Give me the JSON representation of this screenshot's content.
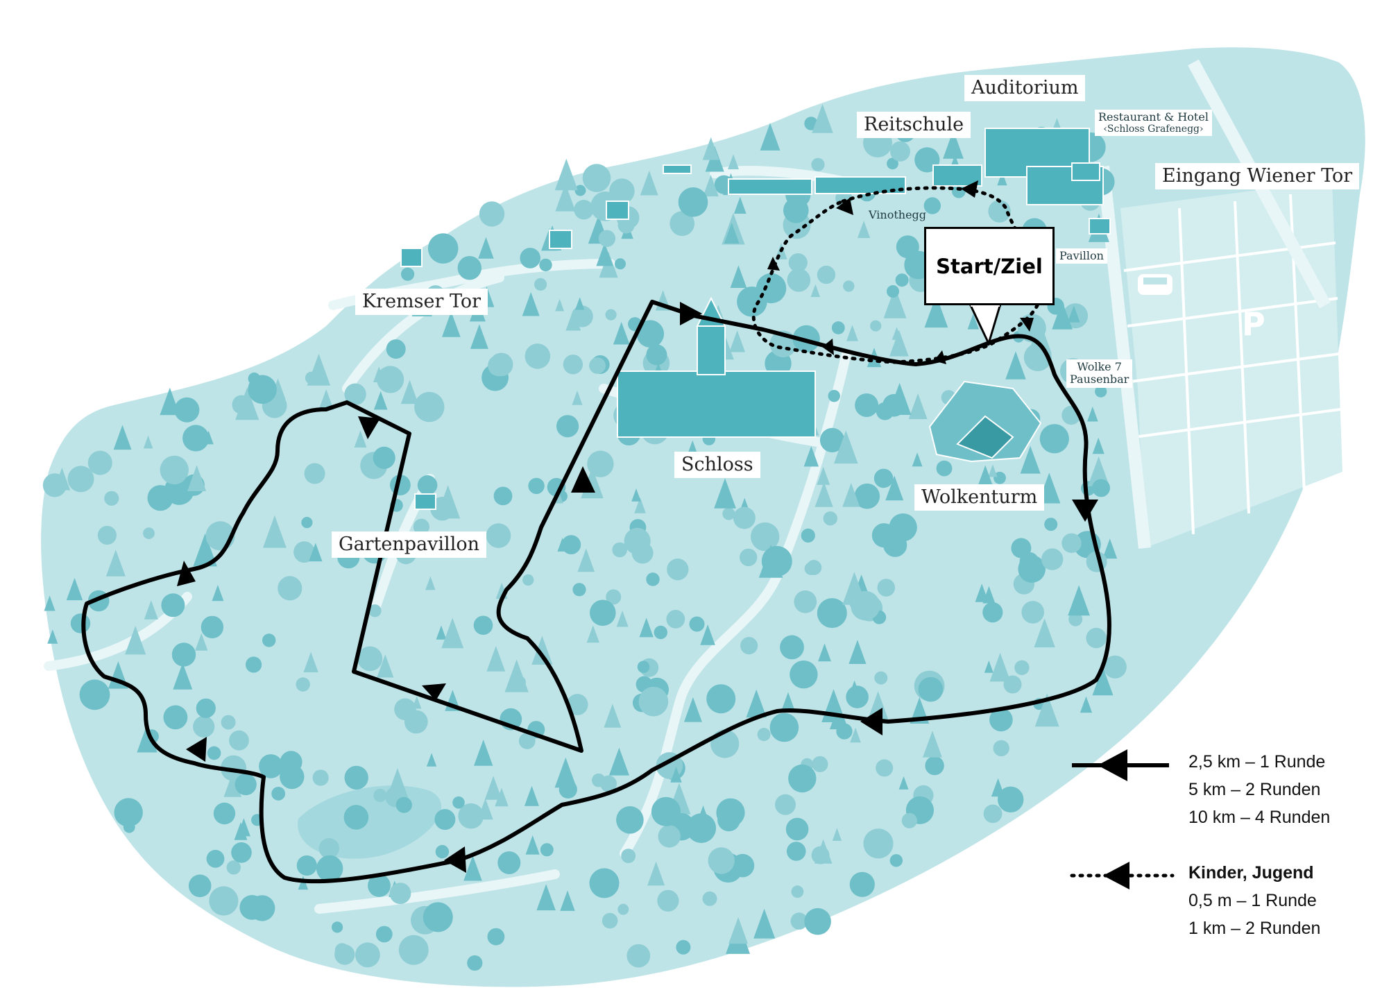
{
  "colors": {
    "park_fill": "#bfe4e8",
    "path": "#e9f6f7",
    "tree": "#8fcdd4",
    "tree_dark": "#6ebfc8",
    "building": "#4fb3bd",
    "route": "#000000"
  },
  "labels": {
    "auditorium": "Auditorium",
    "reitschule": "Reitschule",
    "restaurant_line1": "Restaurant & Hotel",
    "restaurant_line2": "‹Schloss Grafenegg›",
    "eingang": "Eingang Wiener Tor",
    "vinothegg": "Vinothegg",
    "pavillon": "Pavillon",
    "kremser_tor": "Kremser Tor",
    "start_ziel": "Start/Ziel",
    "wolke7_line1": "Wolke 7",
    "wolke7_line2": "Pausenbar",
    "schloss": "Schloss",
    "wolkenturm": "Wolkenturm",
    "gartenpavillon": "Gartenpavillon",
    "parking": "P"
  },
  "icons": [
    "bus-icon",
    "parking-icon",
    "building-icon",
    "tree-icon",
    "arrow-icon"
  ],
  "legend": {
    "main_route": [
      "2,5 km – 1 Runde",
      "5 km – 2 Runden",
      "10 km – 4 Runden"
    ],
    "kids_title": "Kinder, Jugend",
    "kids_route": [
      "0,5 m – 1 Runde",
      "1 km – 2 Runden"
    ]
  }
}
